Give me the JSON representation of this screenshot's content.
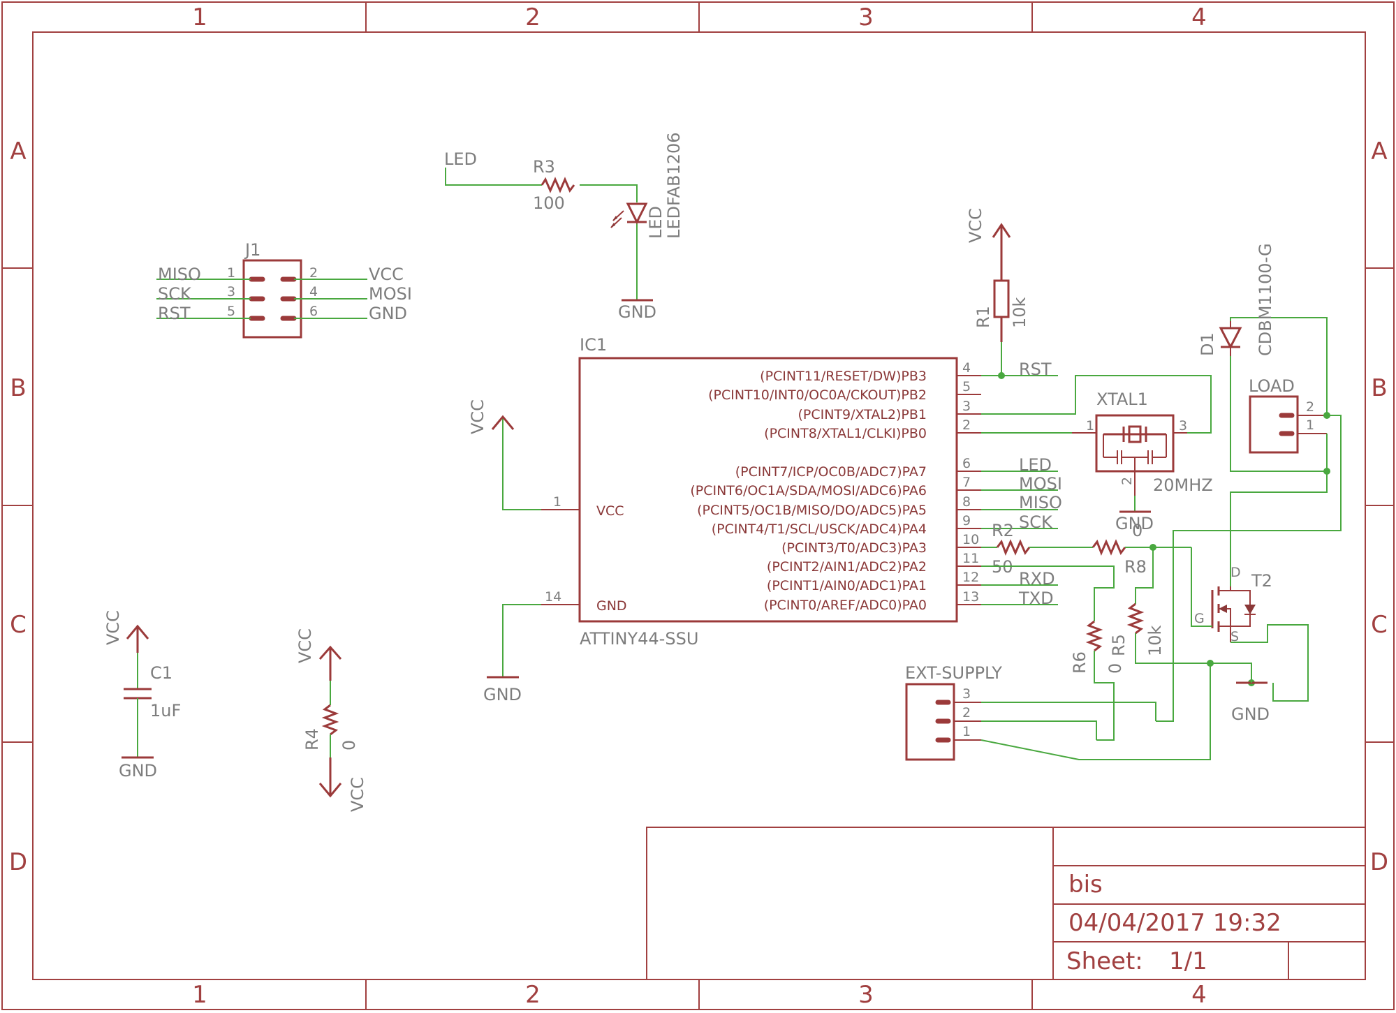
{
  "frame": {
    "columns": [
      "1",
      "2",
      "3",
      "4"
    ],
    "rows": [
      "A",
      "B",
      "C",
      "D"
    ]
  },
  "title_block": {
    "title": "bis",
    "date": "04/04/2017 19:32",
    "sheet_label": "Sheet:",
    "sheet_value": "1/1"
  },
  "colors": {
    "frame": "#a14040",
    "symbol": "#9b3a3a",
    "wire": "#49a83f",
    "label": "#7d7d7d"
  },
  "components": {
    "j1": {
      "name": "J1",
      "left_pins": [
        {
          "net": "MISO",
          "num": "1"
        },
        {
          "net": "SCK",
          "num": "3"
        },
        {
          "net": "RST",
          "num": "5"
        }
      ],
      "right_pins": [
        {
          "net": "VCC",
          "num": "2"
        },
        {
          "net": "MOSI",
          "num": "4"
        },
        {
          "net": "GND",
          "num": "6"
        }
      ]
    },
    "r3": {
      "name": "R3",
      "value": "100",
      "net": "LED"
    },
    "led": {
      "name": "LED",
      "value": "LEDFAB1206",
      "ground": "GND"
    },
    "r1": {
      "name": "R1",
      "value": "10k",
      "supply": "VCC",
      "net": "RST"
    },
    "ic1": {
      "name": "IC1",
      "part": "ATTINY44-SSU",
      "vcc_label": "VCC",
      "vcc_num": "1",
      "vcc_supply": "VCC",
      "gnd_label": "GND",
      "gnd_num": "14",
      "gnd_supply": "GND",
      "pins": [
        {
          "label": "(PCINT11/RESET/DW)PB3",
          "num": "4"
        },
        {
          "label": "(PCINT10/INT0/OC0A/CKOUT)PB2",
          "num": "5"
        },
        {
          "label": "(PCINT9/XTAL2)PB1",
          "num": "3"
        },
        {
          "label": "(PCINT8/XTAL1/CLKI)PB0",
          "num": "2"
        },
        {
          "label": "(PCINT7/ICP/OC0B/ADC7)PA7",
          "num": "6"
        },
        {
          "label": "(PCINT6/OC1A/SDA/MOSI/ADC6)PA6",
          "num": "7"
        },
        {
          "label": "(PCINT5/OC1B/MISO/DO/ADC5)PA5",
          "num": "8"
        },
        {
          "label": "(PCINT4/T1/SCL/USCK/ADC4)PA4",
          "num": "9"
        },
        {
          "label": "(PCINT3/T0/ADC3)PA3",
          "num": "10"
        },
        {
          "label": "(PCINT2/AIN1/ADC2)PA2",
          "num": "11"
        },
        {
          "label": "(PCINT1/AIN0/ADC1)PA1",
          "num": "12"
        },
        {
          "label": "(PCINT0/AREF/ADC0)PA0",
          "num": "13"
        }
      ],
      "nets": [
        "RST",
        "LED",
        "MOSI",
        "MISO",
        "SCK",
        "RXD",
        "TXD"
      ]
    },
    "xtal1": {
      "name": "XTAL1",
      "value": "20MHZ",
      "pin1": "1",
      "pin2": "2",
      "pin3": "3",
      "ground": "GND"
    },
    "r2": {
      "name": "R2",
      "value": "50"
    },
    "r8": {
      "name": "R8",
      "value": "0"
    },
    "d1": {
      "name": "D1",
      "value": "CDBM1100-G"
    },
    "load": {
      "name": "LOAD",
      "pin2": "2",
      "pin1": "1"
    },
    "t2": {
      "name": "T2",
      "d": "D",
      "g": "G",
      "s": "S",
      "ground": "GND"
    },
    "r5": {
      "name": "R5",
      "value": "10k"
    },
    "r6": {
      "name": "R6",
      "value": "0"
    },
    "ext_supply": {
      "name": "EXT-SUPPLY",
      "pins": [
        "3",
        "2",
        "1"
      ]
    },
    "c1": {
      "name": "C1",
      "value": "1uF",
      "supply": "VCC",
      "ground": "GND"
    },
    "r4": {
      "name": "R4",
      "value": "0",
      "supply_top": "VCC",
      "supply_bottom": "VCC"
    }
  }
}
